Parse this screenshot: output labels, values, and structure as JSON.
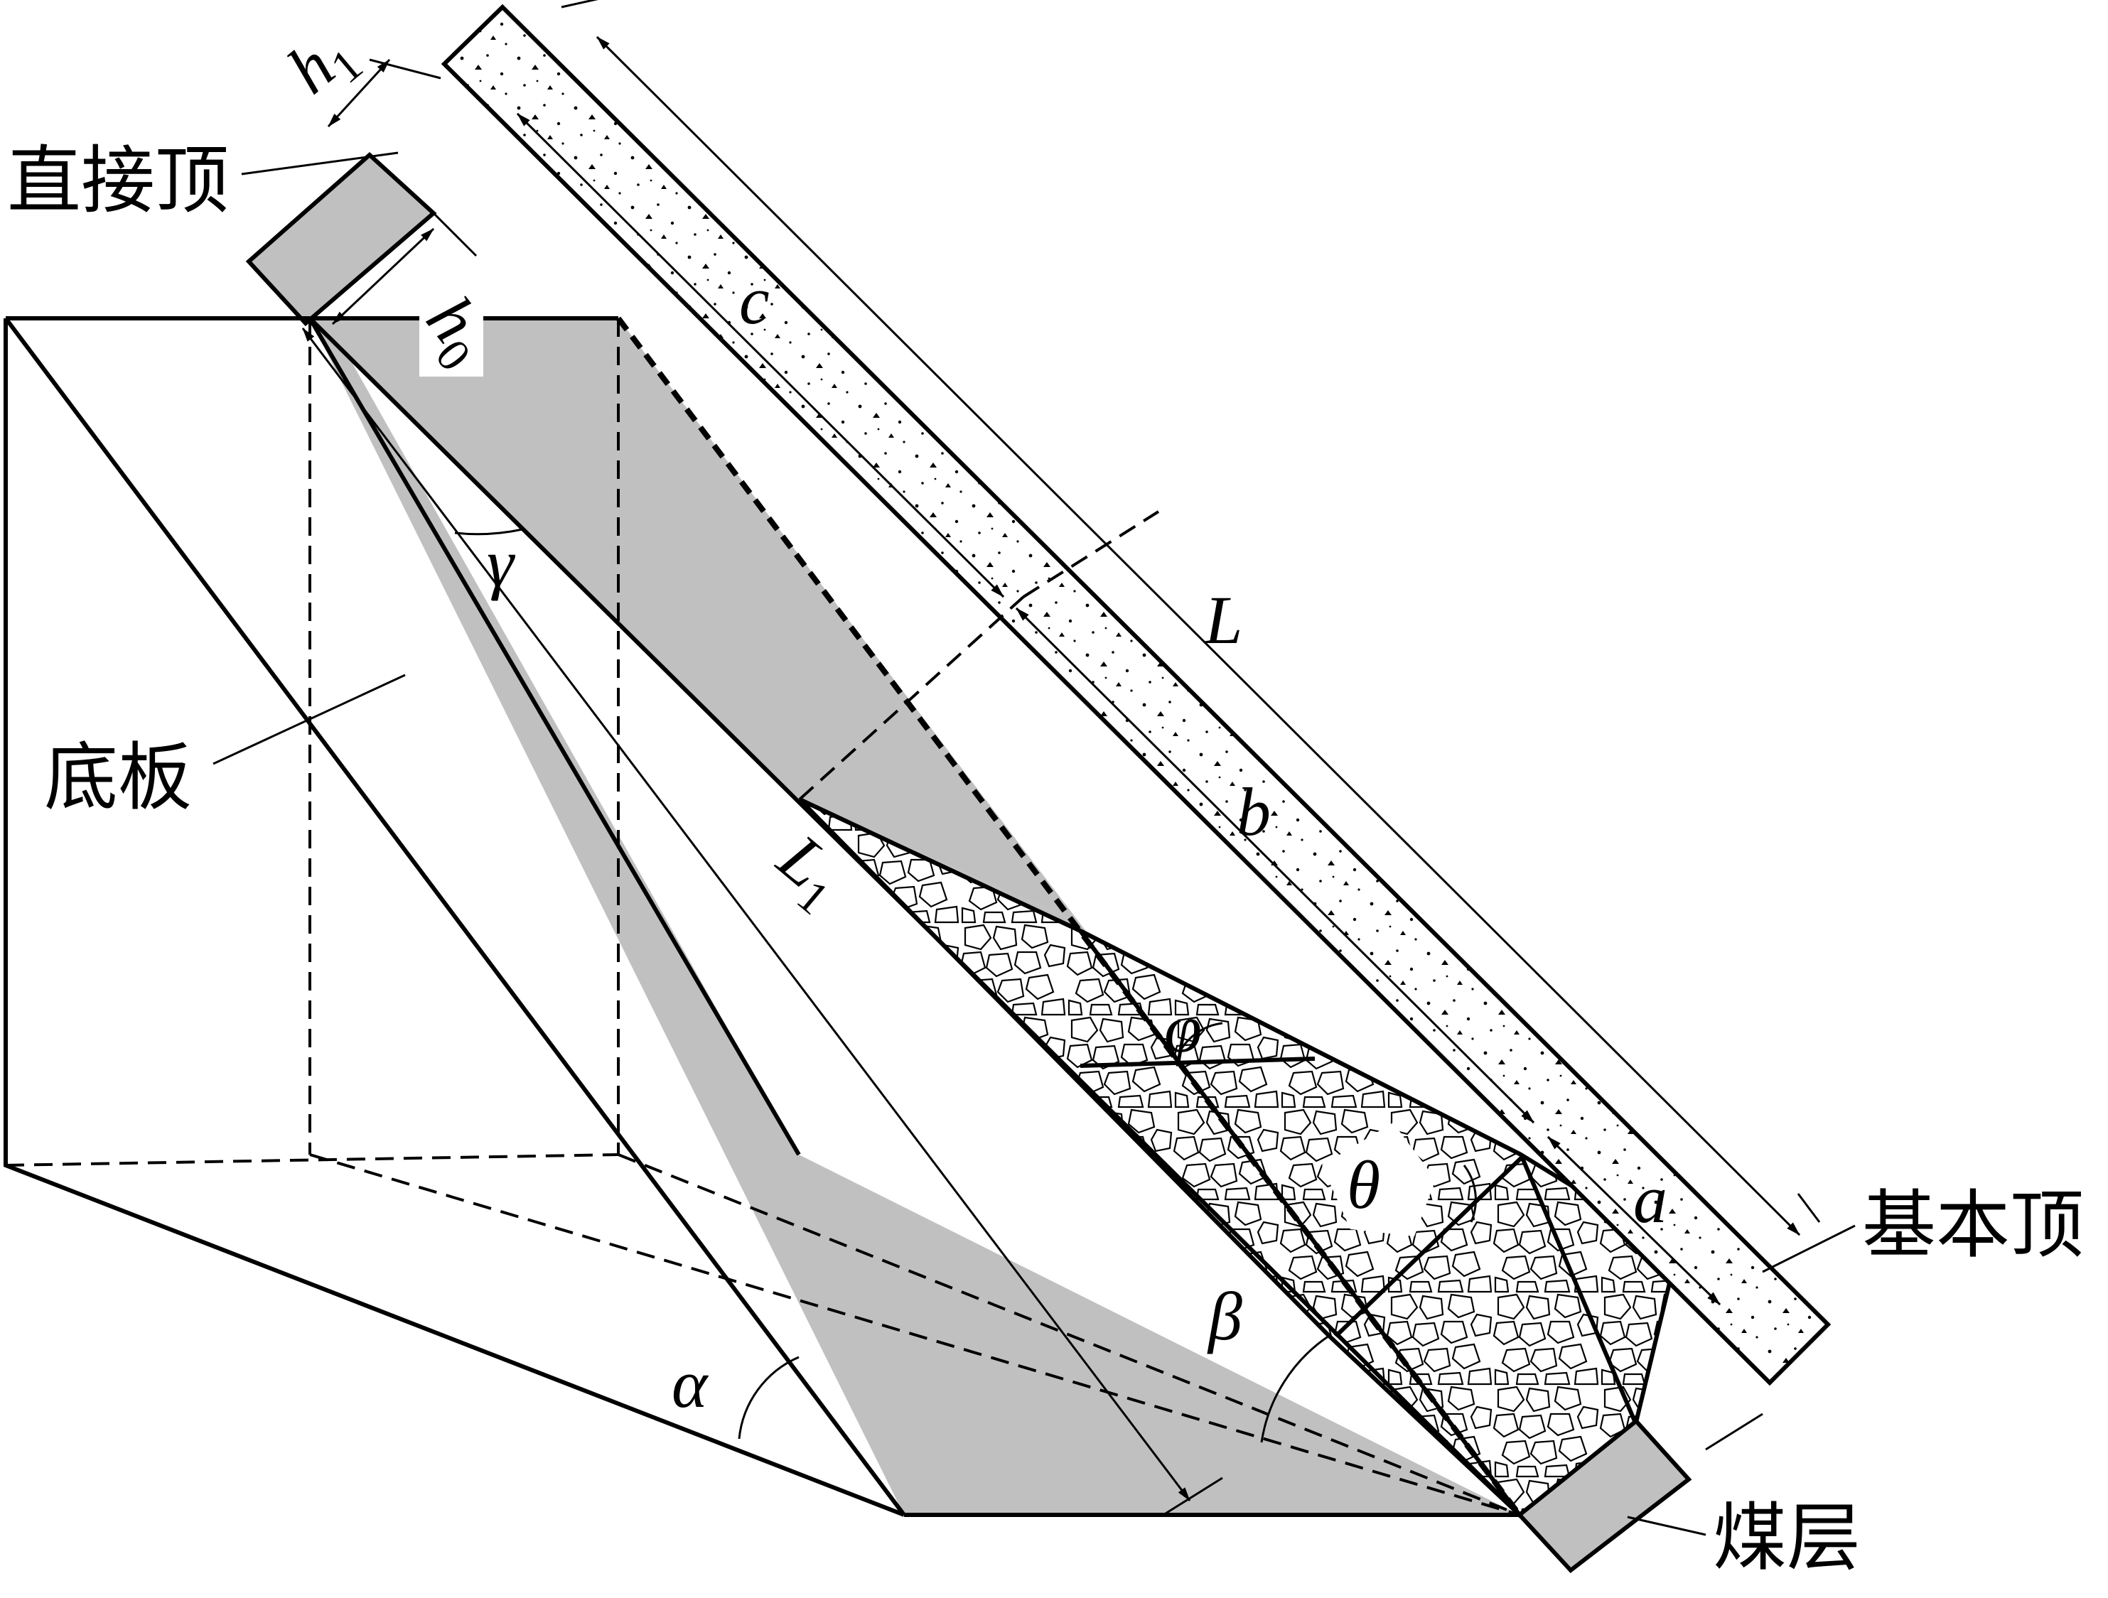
{
  "labels": {
    "immediate_roof": "直接顶",
    "floor": "底板",
    "main_roof": "基本顶",
    "coal_seam": "煤层"
  },
  "symbols": {
    "h1_base": "h",
    "h1_sub": "1",
    "h0_base": "h",
    "h0_sub": "0",
    "L1_base": "L",
    "L1_sub": "1",
    "c": "c",
    "b": "b",
    "a": "a",
    "L": "L",
    "gamma": "γ",
    "phi": "φ",
    "theta": "θ",
    "beta": "β",
    "alpha": "α"
  },
  "colors": {
    "rock_gray": "#c0c0c0",
    "line": "#000000",
    "background": "#ffffff"
  }
}
